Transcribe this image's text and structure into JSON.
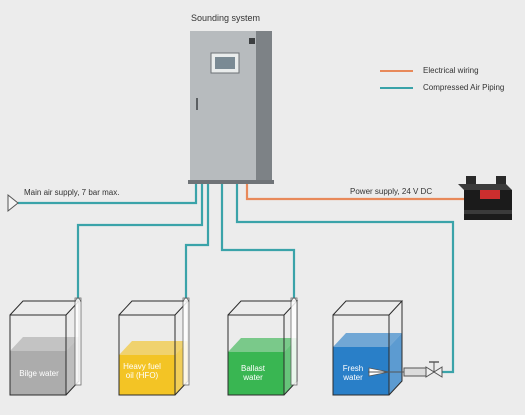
{
  "title": "Sounding system",
  "legend": {
    "electrical_label": "Electrical wiring",
    "air_label": "Compressed Air Piping",
    "electrical_color": "#e8895a",
    "air_color": "#3aa3a9"
  },
  "supply": {
    "air_label": "Main air supply, 7 bar max.",
    "power_label": "Power supply, 24 V DC"
  },
  "tanks": [
    {
      "label": "Bilge water",
      "color": "#a9a9a9"
    },
    {
      "label": "Heavy fuel oil (HFO)",
      "color": "#f3c21a"
    },
    {
      "label": "Ballast water",
      "color": "#2fb34a"
    },
    {
      "label": "Fresh water",
      "color": "#1f79c6"
    }
  ],
  "icons": [
    "cabinet-icon",
    "battery-icon",
    "valve-icon",
    "air-inlet-icon"
  ]
}
